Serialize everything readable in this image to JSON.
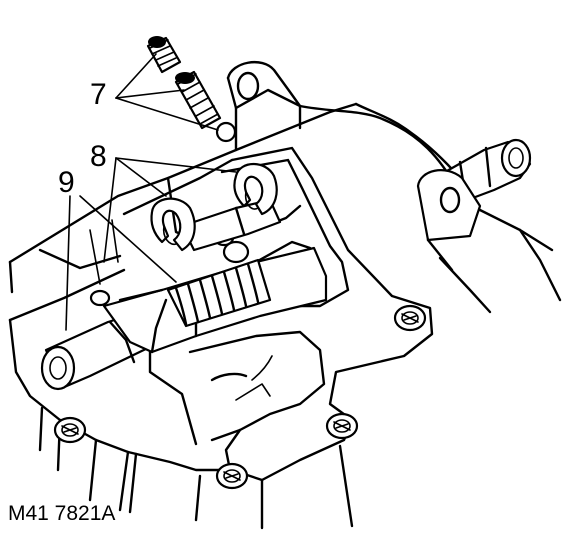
{
  "callouts": {
    "springs": "7",
    "shims": "8",
    "shaft": "9"
  },
  "reference": "M41 7821A"
}
